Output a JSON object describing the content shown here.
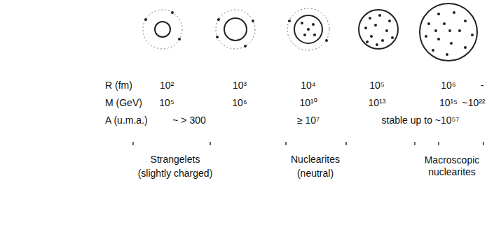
{
  "diagram": {
    "labels": [
      "R (fm)",
      "10²",
      "10³",
      "10⁴",
      "10⁵",
      "10⁶",
      "-",
      "M (GeV)",
      "10⁵",
      "10⁶",
      "10¹⁰",
      "10¹³",
      "10¹⁵",
      "~10²²",
      "A (u.m.a.)",
      "~ > 300",
      "≥ 10⁷",
      "stable up to ~10⁵⁷",
      "Strangelets",
      "(slightly charged)",
      "Nuclearites",
      "(neutral)",
      "Macroscopic nuclearites"
    ]
  }
}
